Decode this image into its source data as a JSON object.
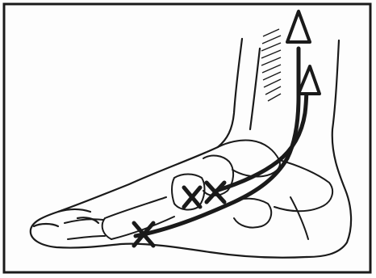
{
  "figure": {
    "subject": "foot-tendon-diagram",
    "markers": [
      {
        "id": "cuneiform-mark-1"
      },
      {
        "id": "cuneiform-mark-2"
      },
      {
        "id": "metatarsal-base-mark"
      }
    ],
    "arrows": [
      {
        "id": "tendon-arrow-outer"
      },
      {
        "id": "tendon-arrow-inner"
      }
    ]
  },
  "colors": {
    "ink": "#1a1a1a",
    "paper": "#fdfdfd"
  }
}
